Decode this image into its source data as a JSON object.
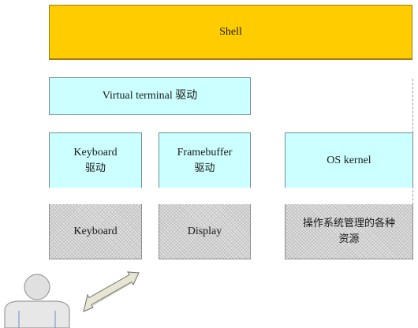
{
  "shell": {
    "label": "Shell"
  },
  "virtual_terminal": {
    "label": "Virtual terminal 驱动"
  },
  "keyboard_driver": {
    "line1": "Keyboard",
    "line2": "驱动"
  },
  "framebuffer_driver": {
    "line1": "Framebuffer",
    "line2": "驱动"
  },
  "os_kernel": {
    "label": "OS kernel"
  },
  "keyboard_hw": {
    "label": "Keyboard"
  },
  "display_hw": {
    "label": "Display"
  },
  "resources": {
    "line1": "操作系统管理的各种",
    "line2": "资源"
  },
  "colors": {
    "shell_fill": "#ffcc00",
    "driver_fill": "#ccffff",
    "hardware_fill": "#e3e3e3"
  }
}
